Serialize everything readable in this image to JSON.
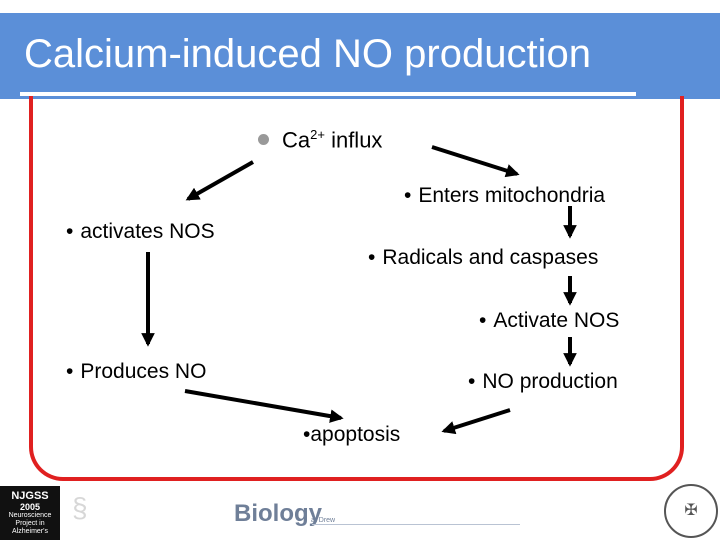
{
  "slide": {
    "title": "Calcium-induced NO production"
  },
  "nodes": {
    "ca_label": "Ca",
    "ca_sup": "2+",
    "ca_rest": " influx",
    "activates_nos": "activates NOS",
    "enters_mito": "Enters mitochondria",
    "radicals": "Radicals and caspases",
    "activate_nos": "Activate NOS",
    "produces_no": "Produces NO",
    "no_production": "NO production",
    "apoptosis": "apoptosis"
  },
  "bullet": "•",
  "footer": {
    "left_logo": {
      "line1": "NJGSS",
      "line2": "2005",
      "line3": "Neuroscience",
      "line4": "Project in",
      "line5": "Alzheimer's"
    },
    "brand": "Biology",
    "brand_sub": "at Drew"
  },
  "colors": {
    "title_bar": "#5b8fd8",
    "frame": "#e02020",
    "arrows": "#000000"
  },
  "icons": {
    "title_bullet": "grey-circle-bullet",
    "dna": "dna-helix-icon",
    "seal": "university-seal-icon"
  }
}
